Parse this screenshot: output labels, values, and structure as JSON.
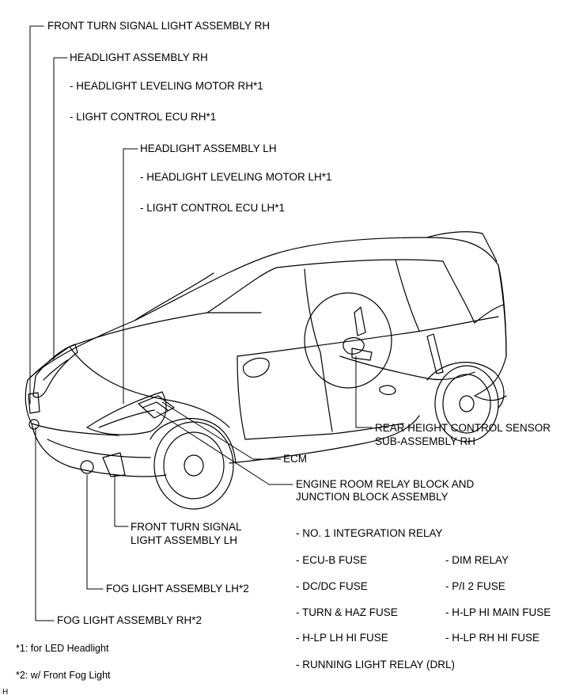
{
  "labels": {
    "front_turn_rh": "FRONT TURN SIGNAL LIGHT ASSEMBLY RH",
    "headlight_rh": "HEADLIGHT ASSEMBLY RH",
    "leveling_motor_rh": "- HEADLIGHT LEVELING MOTOR RH*1",
    "light_ecu_rh": "- LIGHT CONTROL ECU RH*1",
    "headlight_lh": "HEADLIGHT ASSEMBLY LH",
    "leveling_motor_lh": "- HEADLIGHT LEVELING MOTOR LH*1",
    "light_ecu_lh": "- LIGHT CONTROL ECU LH*1",
    "rear_height_sensor_line1": "REAR HEIGHT CONTROL SENSOR",
    "rear_height_sensor_line2": "SUB-ASSEMBLY RH",
    "ecm": "ECM",
    "relay_block_line1": "ENGINE ROOM RELAY BLOCK AND",
    "relay_block_line2": "JUNCTION BLOCK ASSEMBLY",
    "front_turn_lh_line1": "FRONT TURN SIGNAL",
    "front_turn_lh_line2": "LIGHT ASSEMBLY LH",
    "fog_lh": "FOG LIGHT ASSEMBLY LH*2",
    "fog_rh": "FOG LIGHT ASSEMBLY RH*2"
  },
  "relay_block_contents": [
    "- NO. 1 INTEGRATION RELAY",
    "- ECU-B FUSE",
    "- DIM RELAY",
    "- DC/DC FUSE",
    "- P/I 2 FUSE",
    "- TURN & HAZ FUSE",
    "- H-LP HI MAIN FUSE",
    "- H-LP LH HI FUSE",
    "- H-LP RH HI FUSE",
    "- RUNNING LIGHT RELAY (DRL)"
  ],
  "footnotes": {
    "note1": "*1: for LED Headlight",
    "note2": "*2: w/ Front Fog Light"
  },
  "corner_mark": "H"
}
